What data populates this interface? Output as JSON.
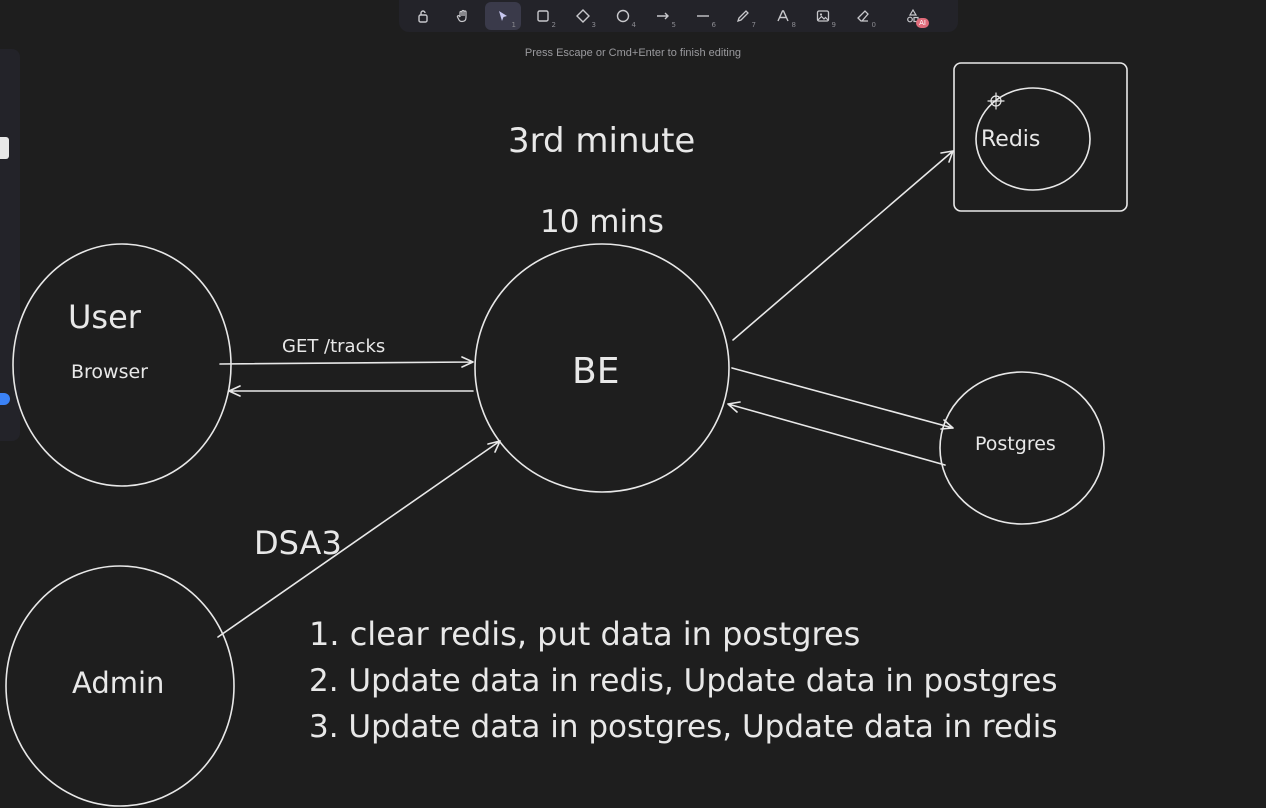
{
  "toolbar": {
    "tools": [
      {
        "name": "lock-icon",
        "num": ""
      },
      {
        "name": "hand-icon",
        "num": ""
      },
      {
        "name": "selection-icon",
        "num": "1"
      },
      {
        "name": "rectangle-icon",
        "num": "2"
      },
      {
        "name": "diamond-icon",
        "num": "3"
      },
      {
        "name": "ellipse-icon",
        "num": "4"
      },
      {
        "name": "arrow-icon",
        "num": "5"
      },
      {
        "name": "line-icon",
        "num": "6"
      },
      {
        "name": "pencil-icon",
        "num": "7"
      },
      {
        "name": "text-icon",
        "num": "8"
      },
      {
        "name": "image-icon",
        "num": "9"
      },
      {
        "name": "eraser-icon",
        "num": "0"
      },
      {
        "name": "shapes-ai-icon",
        "num": ""
      }
    ],
    "ai_badge": "AI",
    "active_tool": "selection-icon"
  },
  "hint": "Press Escape or Cmd+Enter to finish editing",
  "diagram": {
    "title_minute": "3rd minute",
    "title_mins": "10 mins",
    "user_label": "User",
    "browser_label": "Browser",
    "be_label": "BE",
    "redis_label": "Redis",
    "postgres_label": "Postgres",
    "admin_label": "Admin",
    "request_label": "GET /tracks",
    "dsa_label": "DSA3",
    "notes": [
      "1. clear redis, put data in postgres",
      "2. Update data in redis, Update data in postgres",
      "3. Update data in postgres, Update data in redis"
    ]
  },
  "colors": {
    "background": "#1e1e1e",
    "stroke": "#e8e8e8",
    "toolbar": "#232329",
    "active_tool": "#3a3a4a",
    "accent_dot": "#3b82f6",
    "ai_badge": "#e06b7a"
  }
}
